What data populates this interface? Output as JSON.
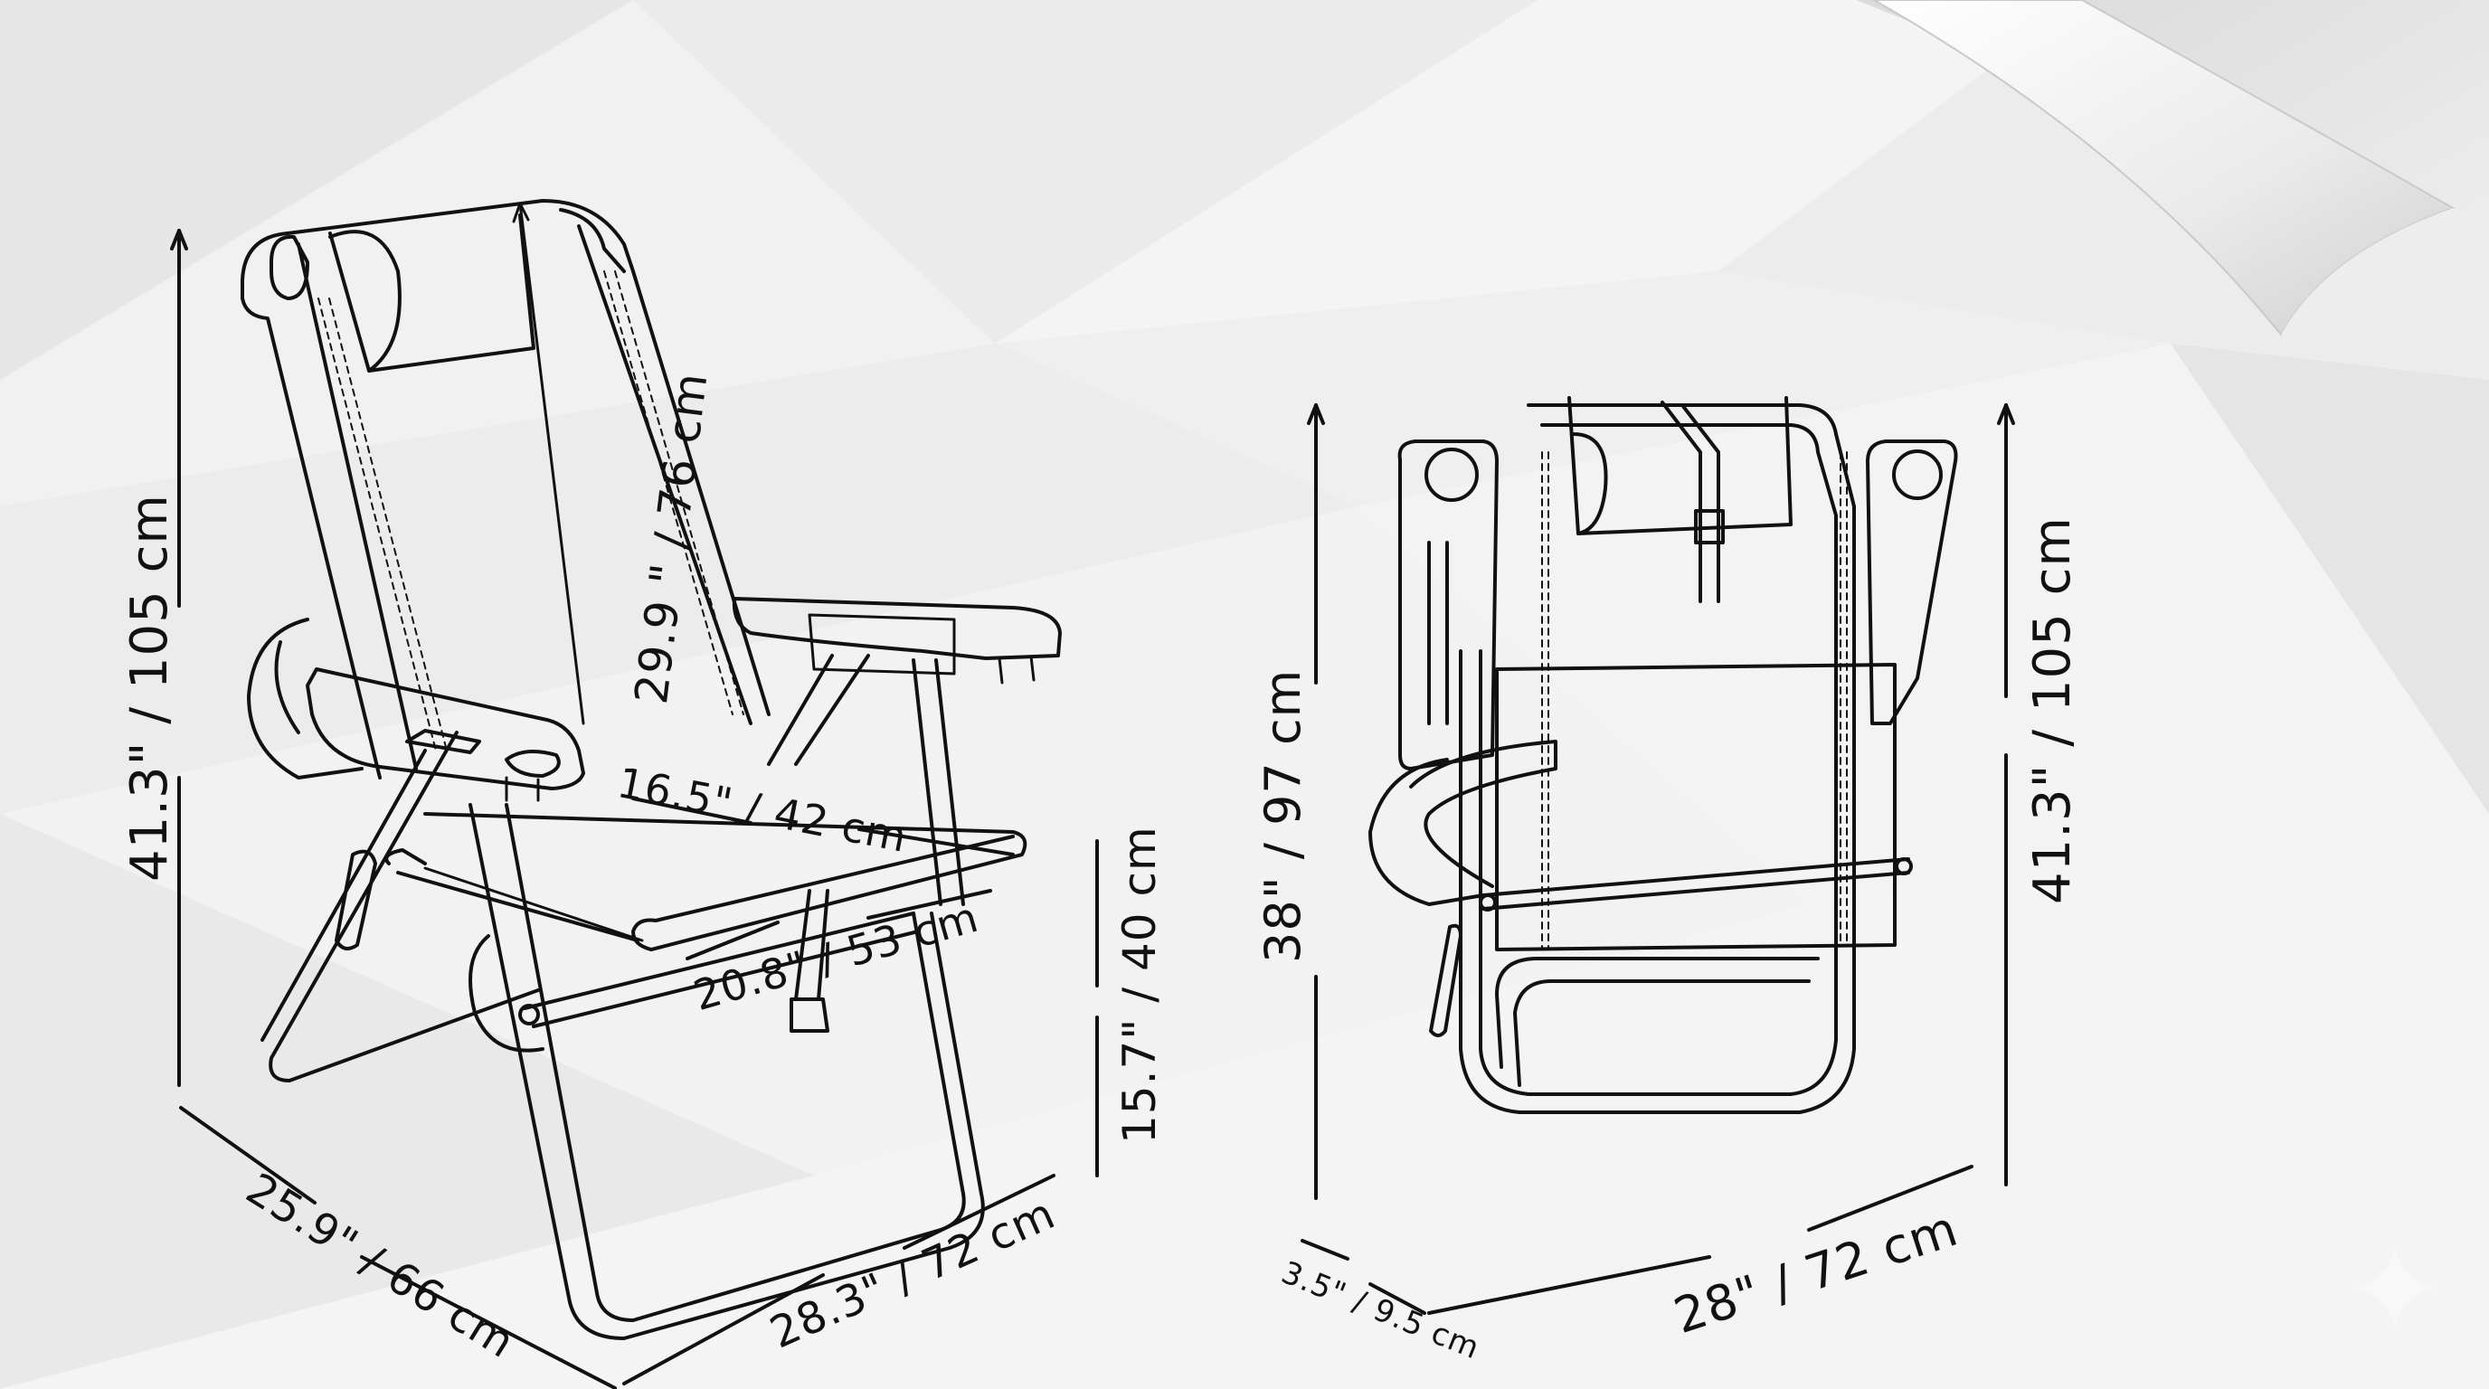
{
  "diagram": {
    "subject": "Backpack beach chair dimensions",
    "colors": {
      "line": "#111111",
      "background": "#eeeeee",
      "facet_dark": "#e2e2e2",
      "facet_light": "#f6f6f6",
      "watermark": "#f8f8f8"
    },
    "unfolded_view": {
      "overall_height": "41.3\" / 105 cm",
      "backrest_height": "29.9 \" / 76 cm",
      "seat_width": "16.5\" / 42 cm",
      "seat_depth": "20.8\" / 53 cm",
      "seat_height": "15.7\" / 40 cm",
      "overall_width": "25.9\" / 66 cm",
      "overall_depth": "28.3\" / 72 cm"
    },
    "folded_view": {
      "height_frame": "38\" / 97 cm",
      "overall_height": "41.3\" / 105 cm",
      "thickness": "3.5\" / 9.5 cm",
      "width": "28\" / 72 cm"
    },
    "decorations": {
      "page_curl": "page-curl-corner",
      "watermark_icon": "sparkle-icon"
    }
  }
}
